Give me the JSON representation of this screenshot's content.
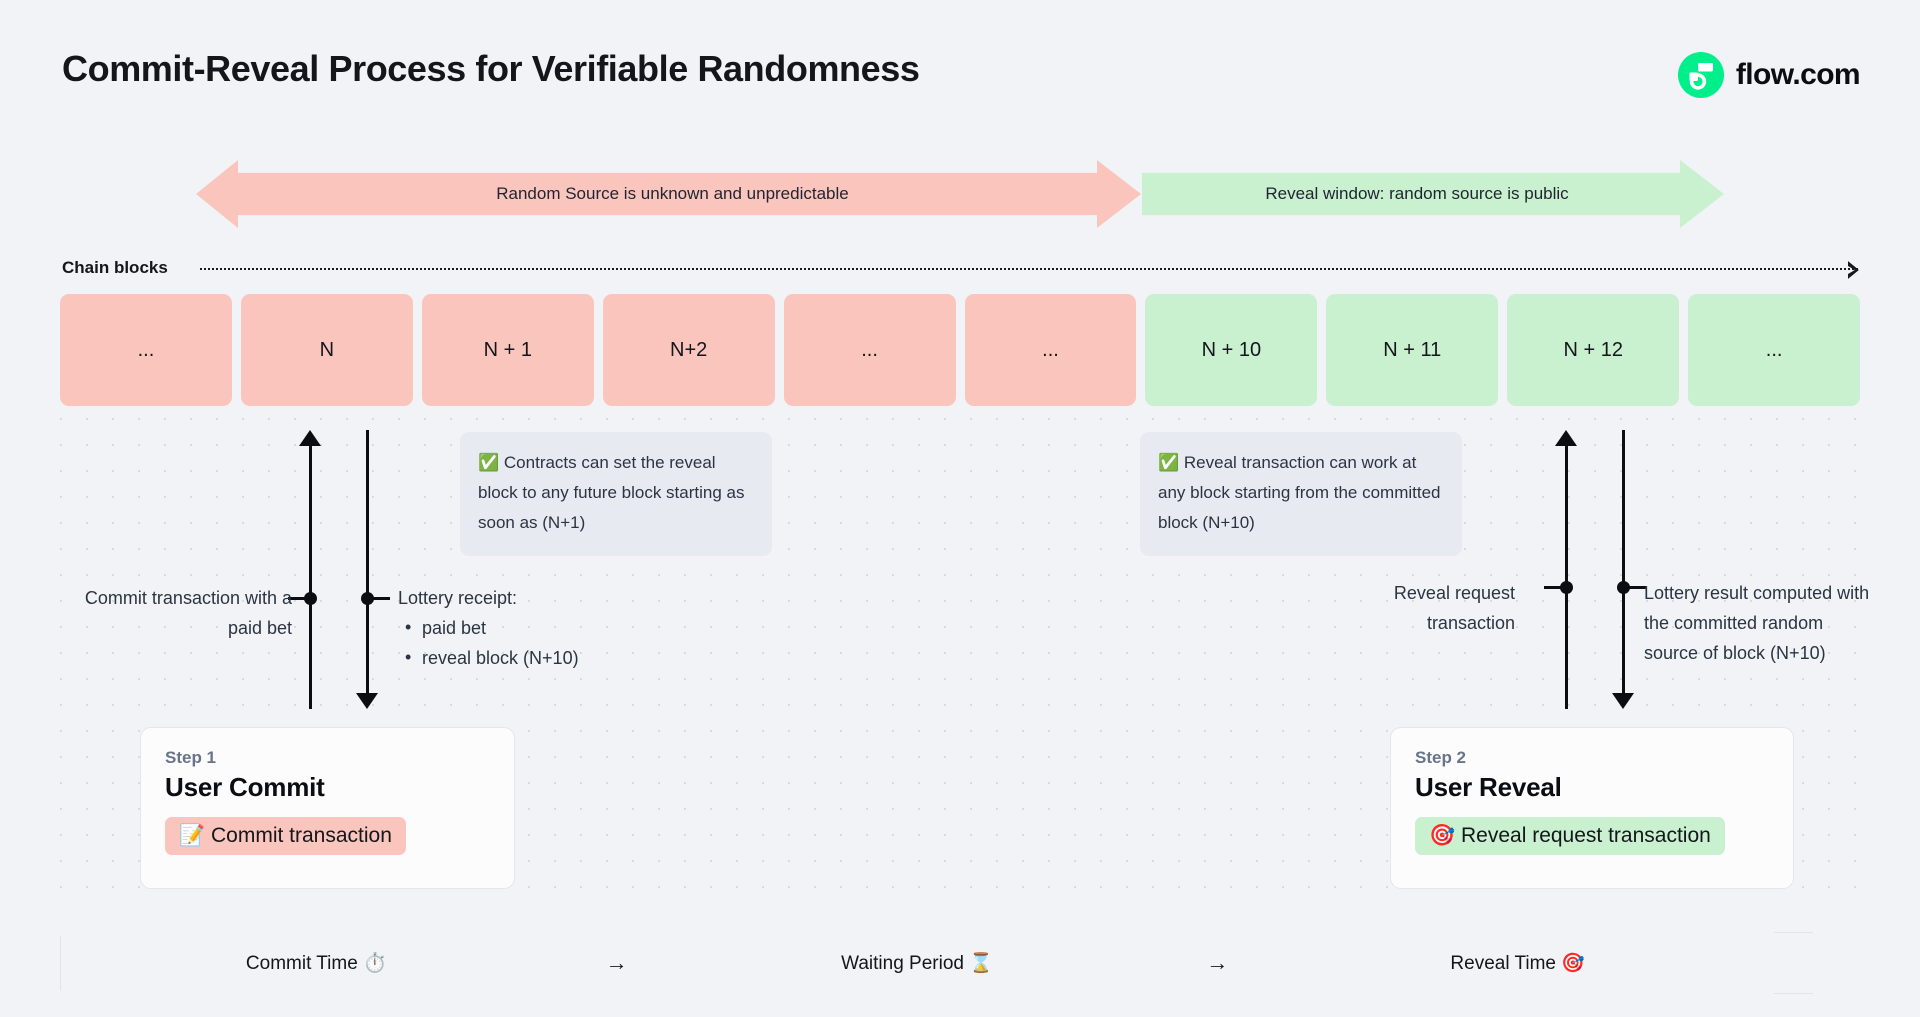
{
  "header": {
    "title": "Commit-Reveal Process for Verifiable Randomness",
    "brand_name": "flow.com",
    "brand_accent": "#00ef8b"
  },
  "phases": {
    "unknown": {
      "label": "Random Source is unknown and unpredictable",
      "color": "#fac5bd"
    },
    "reveal": {
      "label": "Reveal window: random source is public",
      "color": "#c9f0cf"
    }
  },
  "chain": {
    "axis_label": "Chain blocks",
    "blocks": [
      {
        "label": "...",
        "state": "pink"
      },
      {
        "label": "N",
        "state": "pink"
      },
      {
        "label": "N + 1",
        "state": "pink"
      },
      {
        "label": "N+2",
        "state": "pink"
      },
      {
        "label": "...",
        "state": "pink"
      },
      {
        "label": "...",
        "state": "pink"
      },
      {
        "label": "N + 10",
        "state": "green"
      },
      {
        "label": "N + 11",
        "state": "green"
      },
      {
        "label": "N + 12",
        "state": "green"
      },
      {
        "label": "...",
        "state": "green"
      }
    ]
  },
  "notes": {
    "contracts": {
      "icon": "white-check-mark",
      "icon_glyph": "✅",
      "text": "Contracts can set the reveal block to any future block starting as soon as (N+1)"
    },
    "reveal": {
      "icon": "white-check-mark",
      "icon_glyph": "✅",
      "text": "Reveal transaction can work at any block starting from the committed block (N+10)"
    }
  },
  "annotations": {
    "commit_transaction": "Commit transaction with a paid bet",
    "lottery_receipt_title": "Lottery receipt:",
    "lottery_receipt_items": [
      "paid bet",
      "reveal block (N+10)"
    ],
    "reveal_request": "Reveal request transaction",
    "lottery_result": "Lottery result computed with the committed random source of block (N+10)"
  },
  "steps": [
    {
      "eyebrow": "Step 1",
      "title": "User Commit",
      "chip_icon_glyph": "📝",
      "chip_icon_name": "memo-icon",
      "chip_label": "Commit transaction",
      "chip_color": "#fac5bd"
    },
    {
      "eyebrow": "Step 2",
      "title": "User Reveal",
      "chip_icon_glyph": "🎯",
      "chip_icon_name": "direct-hit-icon",
      "chip_label": "Reveal request transaction",
      "chip_color": "#c9f0cf"
    }
  ],
  "timeline": {
    "segments": [
      "Commit Time ⏱️",
      "Waiting Period ⌛",
      "Reveal Time 🎯"
    ],
    "separator": "→"
  }
}
